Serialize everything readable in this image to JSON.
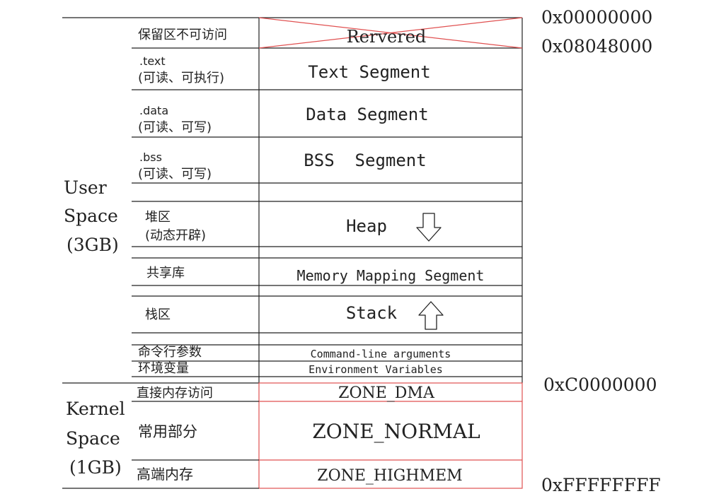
{
  "addresses": {
    "a0": "0x00000000",
    "a1": "0x08048000",
    "a2": "0xC0000000",
    "a3": "0xFFFFFFFF"
  },
  "user_space": {
    "line1": "User",
    "line2": "Space",
    "line3": "(3GB)"
  },
  "kernel_space": {
    "line1": "Kernel",
    "line2": "Space",
    "line3": "(1GB)"
  },
  "rows": {
    "reserved": {
      "label": "保留区不可访问",
      "segment": "Rervered"
    },
    "text": {
      "label1": ".text",
      "label2": "(可读、可执行)",
      "segment": "Text Segment"
    },
    "data": {
      "label1": ".data",
      "label2": "(可读、可写)",
      "segment": "Data Segment"
    },
    "bss": {
      "label1": ".bss",
      "label2": "(可读、可写)",
      "segment": "BSS  Segment"
    },
    "heap": {
      "label1": "堆区",
      "label2": "(动态开辟)",
      "segment": "Heap"
    },
    "mmap": {
      "label": "共享库",
      "segment": "Memory Mapping Segment"
    },
    "stack": {
      "label": "栈区",
      "segment": "Stack"
    },
    "cmdline": {
      "label": "命令行参数",
      "segment": "Command-line arguments"
    },
    "env": {
      "label": "环境变量",
      "segment": "Environment Variables"
    },
    "dma": {
      "label": "直接内存访问",
      "segment": "ZONE_DMA"
    },
    "normal": {
      "label": "常用部分",
      "segment": "ZONE_NORMAL"
    },
    "highmem": {
      "label": "高端内存",
      "segment": "ZONE_HIGHMEM"
    }
  },
  "icons": {
    "heap_arrow": "arrow-down-icon",
    "stack_arrow": "arrow-up-icon"
  },
  "colors": {
    "kernel_border": "#e05050",
    "reserved_cross": "#e05050",
    "line": "#222222"
  }
}
